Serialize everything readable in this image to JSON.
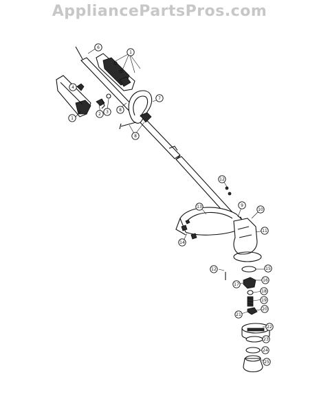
{
  "watermark": {
    "text": "AppliancePartsPros.com"
  },
  "colors": {
    "ink": "#111111",
    "watermark": "#c7c7c7",
    "background": "#ffffff"
  },
  "callouts": [
    "6",
    "1",
    "4",
    "1",
    "2",
    "3",
    "8",
    "7",
    "8",
    "12",
    "9",
    "10",
    "13",
    "11",
    "14",
    "12",
    "15",
    "16",
    "17",
    "18",
    "19",
    "20",
    "21",
    "22",
    "23",
    "24",
    "25"
  ]
}
